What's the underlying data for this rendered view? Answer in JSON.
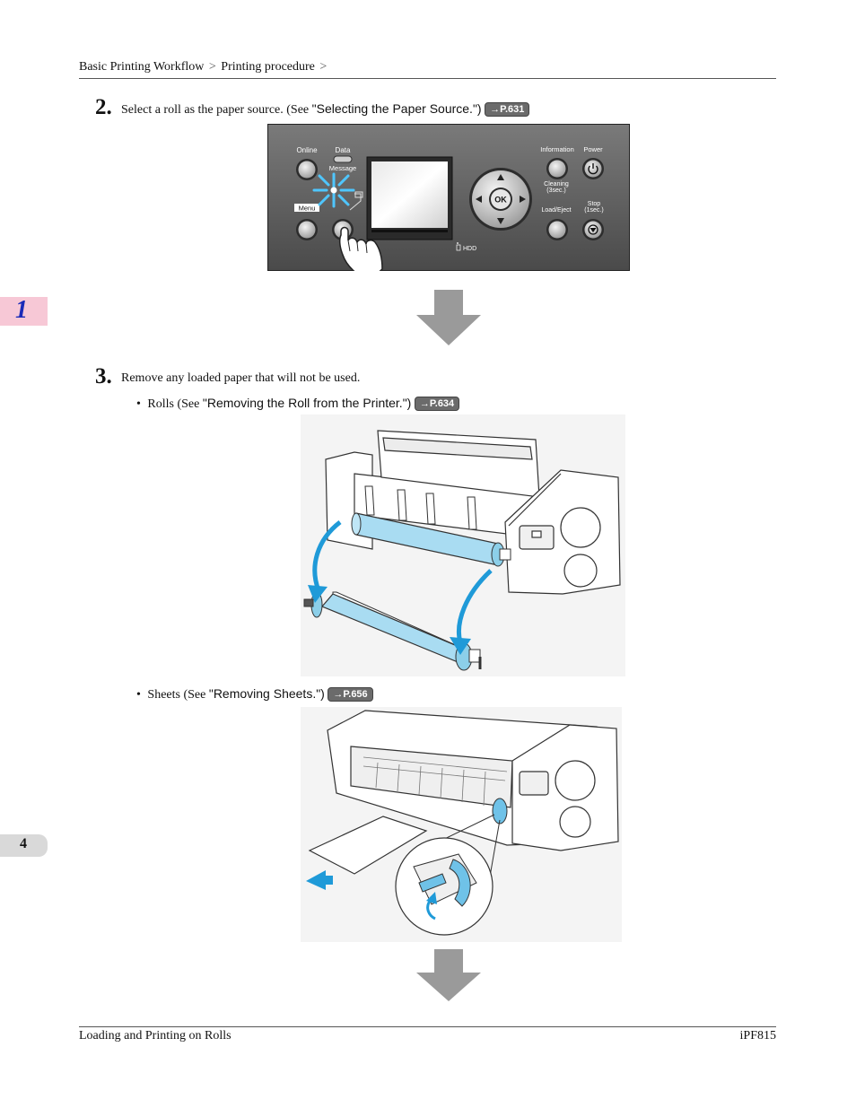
{
  "header": {
    "crumb1": "Basic Printing Workflow",
    "sep1": ">",
    "crumb2": "Printing procedure",
    "sep2": ">"
  },
  "step2": {
    "number": "2.",
    "text": "Select a roll as the paper source.  (See ",
    "link": "\"Selecting the Paper Source.\")",
    "page_ref": "→P.631"
  },
  "panel": {
    "online": "Online",
    "data": "Data",
    "message": "Message",
    "menu": "Menu",
    "information": "Information",
    "power": "Power",
    "cleaning": "Cleaning",
    "cleaning_sub": "(3sec.)",
    "load_eject": "Load/Eject",
    "stop": "Stop",
    "stop_sub": "(1sec.)",
    "ok": "OK",
    "hdd": "HDD"
  },
  "step3": {
    "number": "3.",
    "text": "Remove any loaded paper that will not be used.",
    "bullets": [
      {
        "bullet": "•",
        "label": "Rolls  (See ",
        "link": "\"Removing the Roll from the Printer.\")",
        "page_ref": "→P.634"
      },
      {
        "bullet": "•",
        "label": "Sheets  (See ",
        "link": "\"Removing Sheets.\")",
        "page_ref": "→P.656"
      }
    ]
  },
  "side_tabs": {
    "chapter": "1",
    "page": "4"
  },
  "footer": {
    "left": "Loading and Printing on Rolls",
    "right": "iPF815"
  },
  "colors": {
    "chapter_tab": "#f7c8d6",
    "panel_bg": "#5f5f5f",
    "roll_blue": "#a9dcf2",
    "arrow_blue": "#1f9ad8",
    "page_ref_bg": "#6b6b6b"
  }
}
